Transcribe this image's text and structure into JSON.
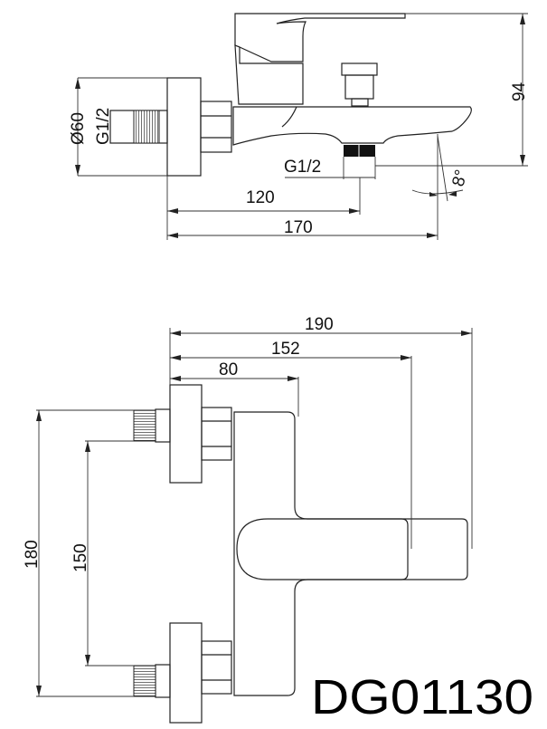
{
  "side_view": {
    "dim_diameter": "Ø60",
    "dim_inlet_thread": "G1/2",
    "dim_outlet_thread": "G1/2",
    "dim_height": "94",
    "dim_outlet_distance": "120",
    "dim_total_depth": "170",
    "dim_angle": "8°"
  },
  "top_view": {
    "dim_total_width": "190",
    "dim_lever_width": "152",
    "dim_body_width": "80",
    "dim_height_total": "180",
    "dim_inlet_spacing": "150"
  },
  "model_number": "DG01130",
  "colors": {
    "line": "#222222",
    "background": "#ffffff"
  }
}
